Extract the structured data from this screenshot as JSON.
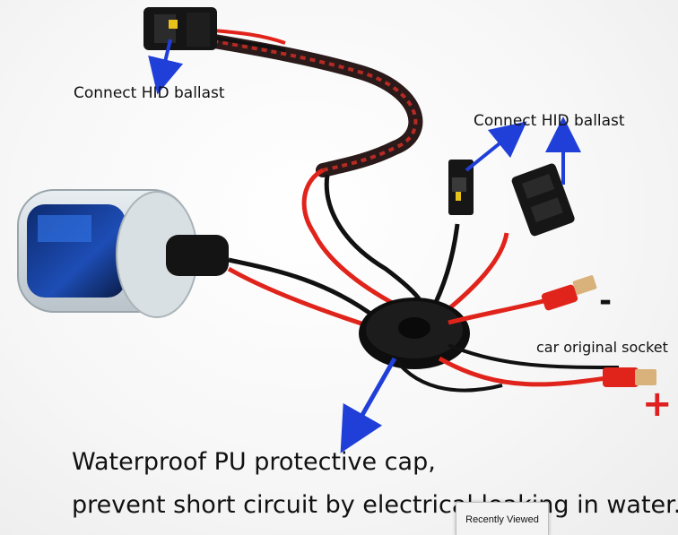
{
  "labels": {
    "connect_top": "Connect HID ballast",
    "connect_right": "Connect HID ballast",
    "socket": "car original socket",
    "minus": "-",
    "plus": "+"
  },
  "caption": {
    "line1": "Waterproof PU protective cap,",
    "line2": "prevent short circuit by electrical leaking in water."
  },
  "overlay": {
    "recently_viewed": "Recently Viewed"
  },
  "colors": {
    "arrow": "#1f3fd8",
    "wire_red": "#e0241b",
    "wire_black": "#111111",
    "plus_sign": "#e02020"
  }
}
